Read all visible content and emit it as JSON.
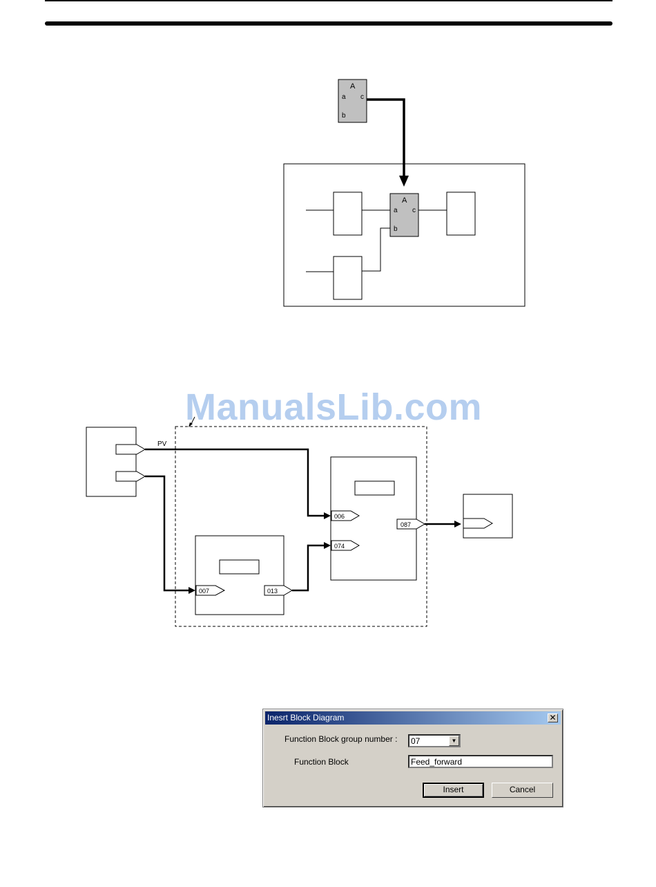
{
  "diagram1": {
    "source_block": {
      "name": "A",
      "ports": [
        "a",
        "b",
        "c"
      ]
    },
    "inserted_block": {
      "name": "A",
      "ports": [
        "a",
        "b",
        "c"
      ]
    }
  },
  "diagram2": {
    "signal_label": "PV",
    "ports": {
      "p006": "006",
      "p074": "074",
      "p087": "087",
      "p007": "007",
      "p013": "013"
    }
  },
  "watermark": "ManualsLib.com",
  "dialog": {
    "title": "Inesrt Block Diagram",
    "close_glyph": "✕",
    "group_label": "Function Block group number :",
    "group_value": "07",
    "fb_label": "Function Block",
    "fb_value": "Feed_forward",
    "insert_label": "Insert",
    "cancel_label": "Cancel"
  },
  "colors": {
    "block_fill": "#c0c0c0",
    "dialog_bg": "#d4d0c8",
    "titlebar_start": "#0a246a",
    "titlebar_end": "#a6caf0"
  }
}
